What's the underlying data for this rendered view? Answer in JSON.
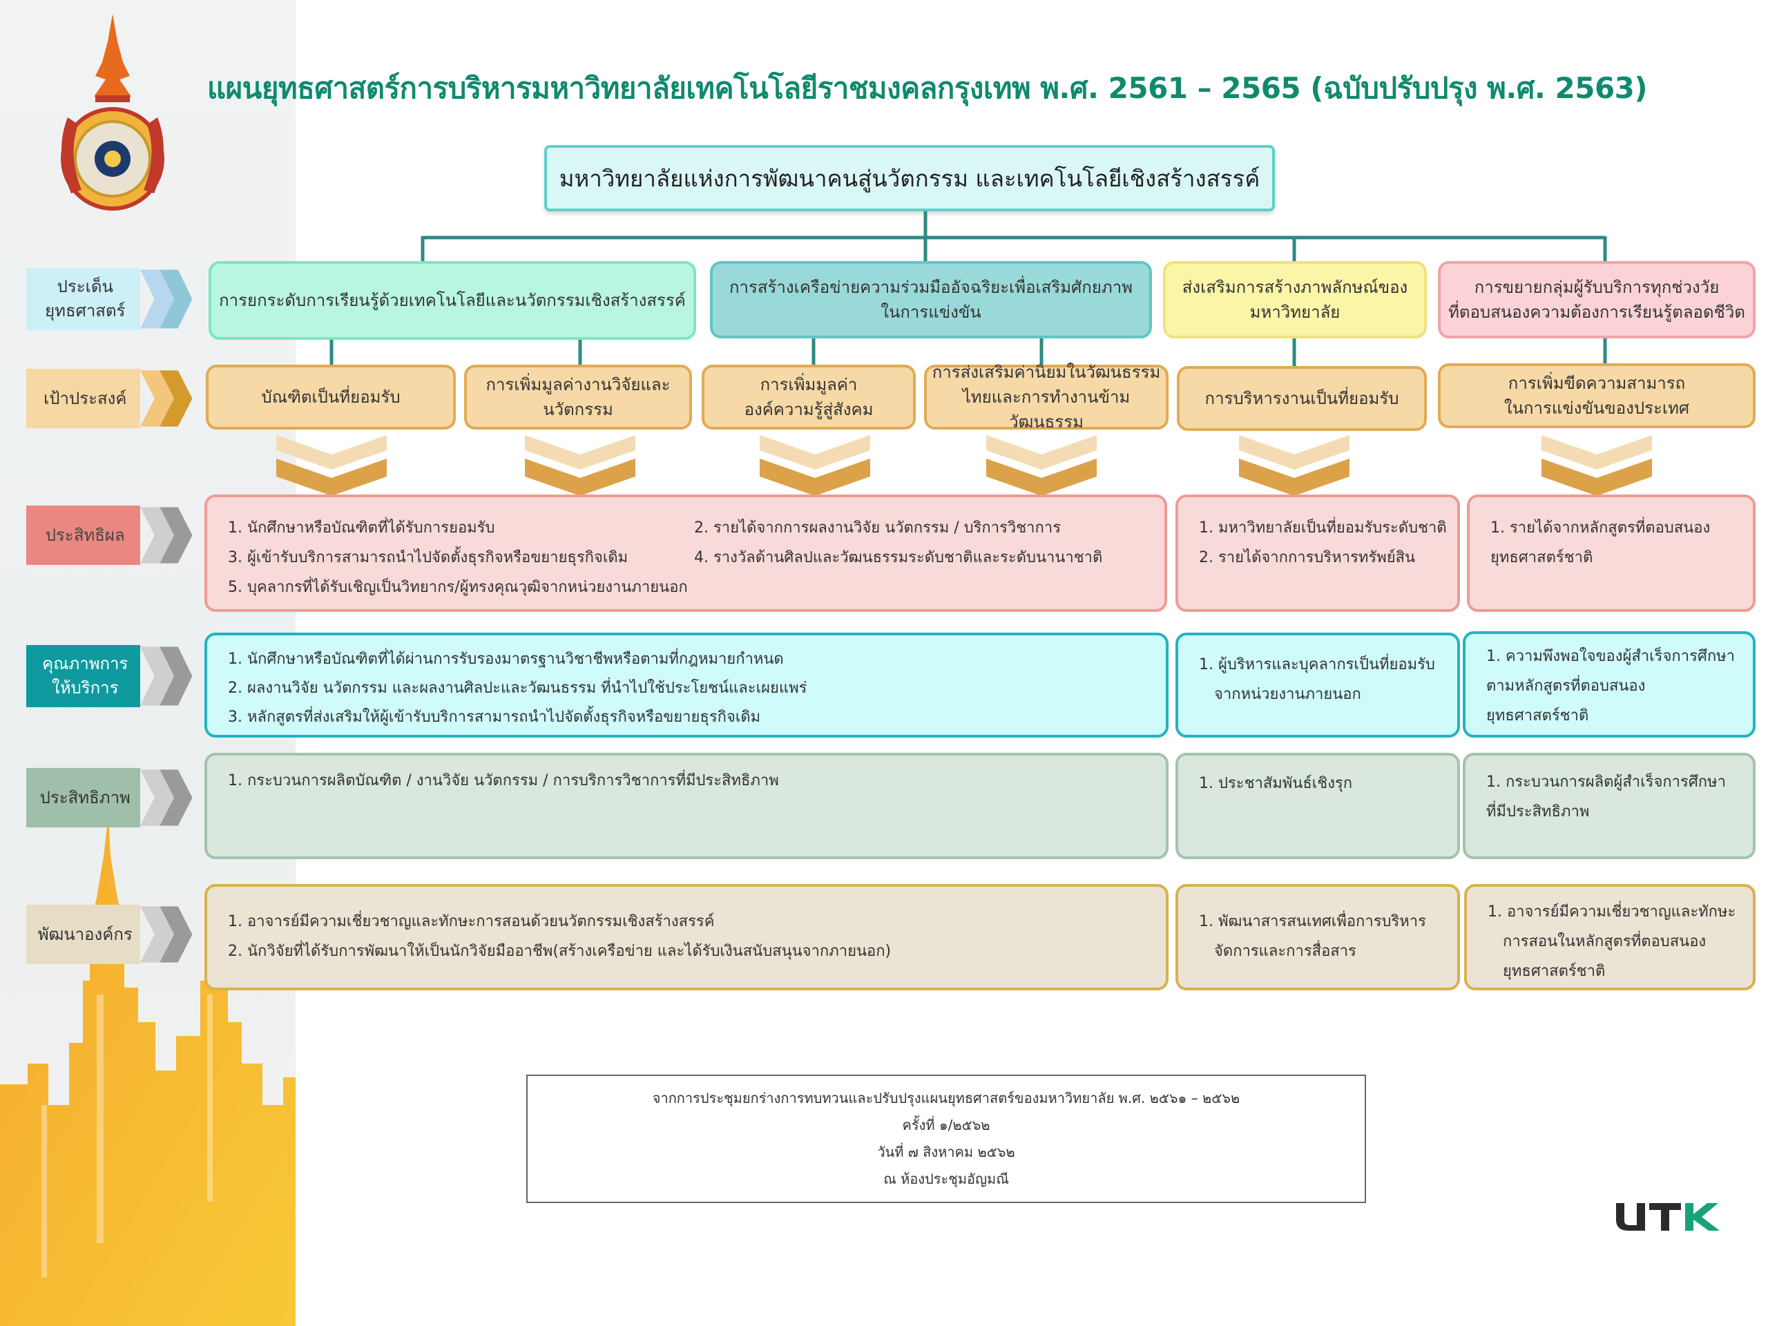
{
  "title": "แผนยุทธศาสตร์การบริหารมหาวิทยาลัยเทคโนโลยีราชมงคลกรุงเทพ พ.ศ. 2561 – 2565 (ฉบับปรับปรุง พ.ศ. 2563)",
  "vision": "มหาวิทยาลัยแห่งการพัฒนาคนสู่นวัตกรรม และเทคโนโลยีเชิงสร้างสรรค์",
  "row_labels": {
    "strategic": "ประเด็น\nยุทธศาสตร์",
    "goal": "เป้าประสงค์",
    "outcome": "ประสิทธิผล",
    "quality": "คุณภาพการ\nให้บริการ",
    "efficiency": "ประสิทธิภาพ",
    "development": "พัฒนาองค์กร"
  },
  "strategic_issues": [
    {
      "text": "การยกระดับการเรียนรู้ด้วยเทคโนโลยีและนวัตกรรมเชิงสร้างสรรค์",
      "color": "#b9f6e0"
    },
    {
      "text": "การสร้างเครือข่ายความร่วมมืออัจฉริยะเพื่อเสริมศักยภาพ\nในการแข่งขัน",
      "color": "#9ad9d9"
    },
    {
      "text": "ส่งเสริมการสร้างภาพลักษณ์ของ\nมหาวิทยาลัย",
      "color": "#fbf5a8"
    },
    {
      "text": "การขยายกลุ่มผู้รับบริการทุกช่วงวัย\nที่ตอบสนองความต้องการเรียนรู้ตลอดชีวิต",
      "color": "#fbd3d6"
    }
  ],
  "goals": [
    "บัณฑิตเป็นที่ยอมรับ",
    "การเพิ่มมูลค่างานวิจัยและ\nนวัตกรรม",
    "การเพิ่มมูลค่า\nองค์ความรู้สู่สังคม",
    "การส่งเสริมค่านิยมในวัฒนธรรม\nไทยและการทำงานข้ามวัฒนธรรม",
    "การบริหารงานเป็นที่ยอมรับ",
    "การเพิ่มขีดความสามารถ\nในการแข่งขันของประเทศ"
  ],
  "outcome": {
    "main": [
      "1. นักศึกษาหรือบัณฑิตที่ได้รับการยอมรับ",
      "2. รายได้จากการผลงานวิจัย นวัตกรรม / บริการวิชาการ",
      "3. ผู้เข้ารับบริการสามารถนำไปจัดตั้งธุรกิจหรือขยายธุรกิจเดิม",
      "4. รางวัลด้านศิลปและวัฒนธรรมระดับชาติและระดับนานาชาติ",
      "5. บุคลากรที่ได้รับเชิญเป็นวิทยากร/ผู้ทรงคุณวุฒิจากหน่วยงานภายนอก"
    ],
    "image": [
      "1. มหาวิทยาลัยเป็นที่ยอมรับระดับชาติ",
      "2. รายได้จากการบริหารทรัพย์สิน"
    ],
    "lifelong": [
      "1. รายได้จากหลักสูตรที่ตอบสนอง",
      "ยุทธศาสตร์ชาติ"
    ]
  },
  "quality": {
    "main": [
      "1. นักศึกษาหรือบัณฑิตที่ได้ผ่านการรับรองมาตรฐานวิชาชีพหรือตามที่กฎหมายกำหนด",
      "2. ผลงานวิจัย นวัตกรรม และผลงานศิลปะและวัฒนธรรม ที่นำไปใช้ประโยชน์และเผยแพร่",
      "3. หลักสูตรที่ส่งเสริมให้ผู้เข้ารับบริการสามารถนำไปจัดตั้งธุรกิจหรือขยายธุรกิจเดิม"
    ],
    "image": [
      "1. ผู้บริหารและบุคลากรเป็นที่ยอมรับ",
      "จากหน่วยงานภายนอก"
    ],
    "lifelong": [
      "1. ความพึงพอใจของผู้สำเร็จการศึกษา",
      "ตามหลักสูตรที่ตอบสนอง",
      "ยุทธศาสตร์ชาติ"
    ]
  },
  "efficiency": {
    "main": [
      "1. กระบวนการผลิตบัณฑิต / งานวิจัย นวัตกรรม / การบริการวิชาการที่มีประสิทธิภาพ"
    ],
    "image": [
      "1. ประชาสัมพันธ์เชิงรุก"
    ],
    "lifelong": [
      "1. กระบวนการผลิตผู้สำเร็จการศึกษา",
      "ที่มีประสิทธิภาพ"
    ]
  },
  "development": {
    "main": [
      "1. อาจารย์มีความเชี่ยวชาญและทักษะการสอนด้วยนวัตกรรมเชิงสร้างสรรค์",
      "2. นักวิจัยที่ได้รับการพัฒนาให้เป็นนักวิจัยมืออาชีพ(สร้างเครือข่าย และได้รับเงินสนับสนุนจากภายนอก)"
    ],
    "image": [
      "1. พัฒนาสารสนเทศเพื่อการบริหาร",
      "จัดการและการสื่อสาร"
    ],
    "lifelong": [
      "1. อาจารย์มีความเชี่ยวชาญและทักษะ",
      "การสอนในหลักสูตรที่ตอบสนอง",
      "ยุทธศาสตร์ชาติ"
    ]
  },
  "source_note": [
    "จากการประชุมยกร่างการทบทวนและปรับปรุงแผนยุทธศาสตร์ของมหาวิทยาลัย พ.ศ. ๒๕๖๑ – ๒๕๖๒",
    "ครั้งที่ ๑/๒๕๖๒",
    "วันที่ ๗ สิงหาคม ๒๕๖๒",
    "ณ ห้องประชุมอัญมณี"
  ],
  "brand_logo": "UTK",
  "colors": {
    "title": "#0f8a6e",
    "connector": "#2e8a84",
    "goal_fill": "#f6d9a6",
    "chevron": "#dca24a",
    "outcome_fill": "#f8dad8",
    "quality_fill": "#cffbfb",
    "efficiency_fill": "#d9e7dd",
    "development_fill": "#ebe3d3"
  }
}
